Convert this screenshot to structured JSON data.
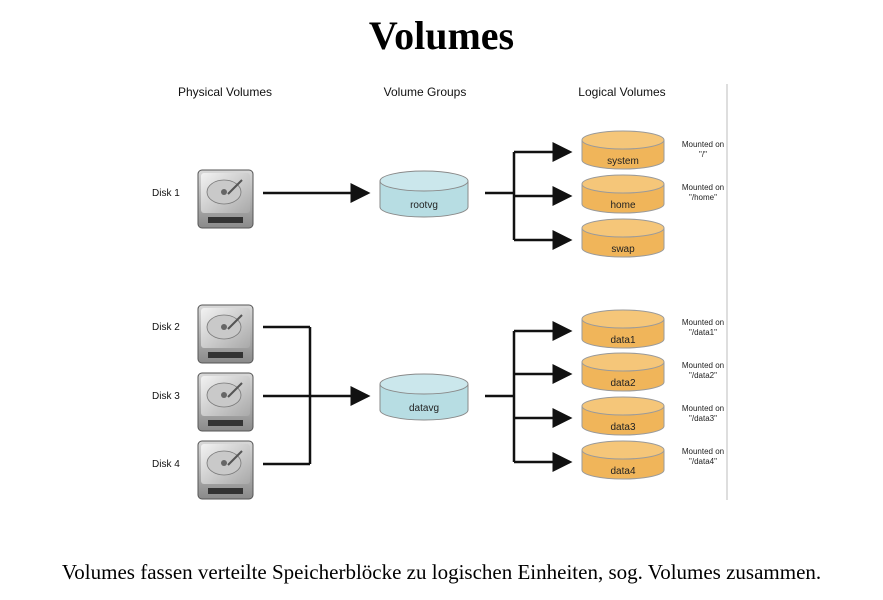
{
  "title": "Volumes",
  "caption": "Volumes fassen verteilte Speicherblöcke zu logischen Einheiten, sog. Volumes zusammen.",
  "headers": {
    "physical": "Physical Volumes",
    "groups": "Volume Groups",
    "logical": "Logical Volumes"
  },
  "disks": [
    "Disk 1",
    "Disk 2",
    "Disk 3",
    "Disk 4"
  ],
  "volume_groups": [
    "rootvg",
    "datavg"
  ],
  "logical_volumes": [
    {
      "name": "system",
      "mount_line1": "Mounted on",
      "mount_line2": "\"/\""
    },
    {
      "name": "home",
      "mount_line1": "Mounted on",
      "mount_line2": "\"/home\""
    },
    {
      "name": "swap",
      "mount_line1": "",
      "mount_line2": ""
    },
    {
      "name": "data1",
      "mount_line1": "Mounted on",
      "mount_line2": "\"/data1\""
    },
    {
      "name": "data2",
      "mount_line1": "Mounted on",
      "mount_line2": "\"/data2\""
    },
    {
      "name": "data3",
      "mount_line1": "Mounted on",
      "mount_line2": "\"/data3\""
    },
    {
      "name": "data4",
      "mount_line1": "Mounted on",
      "mount_line2": "\"/data4\""
    }
  ],
  "colors": {
    "volume_group_fill": "#b7dde3",
    "logical_volume_fill": "#f0b55a",
    "arrow": "#111111"
  }
}
